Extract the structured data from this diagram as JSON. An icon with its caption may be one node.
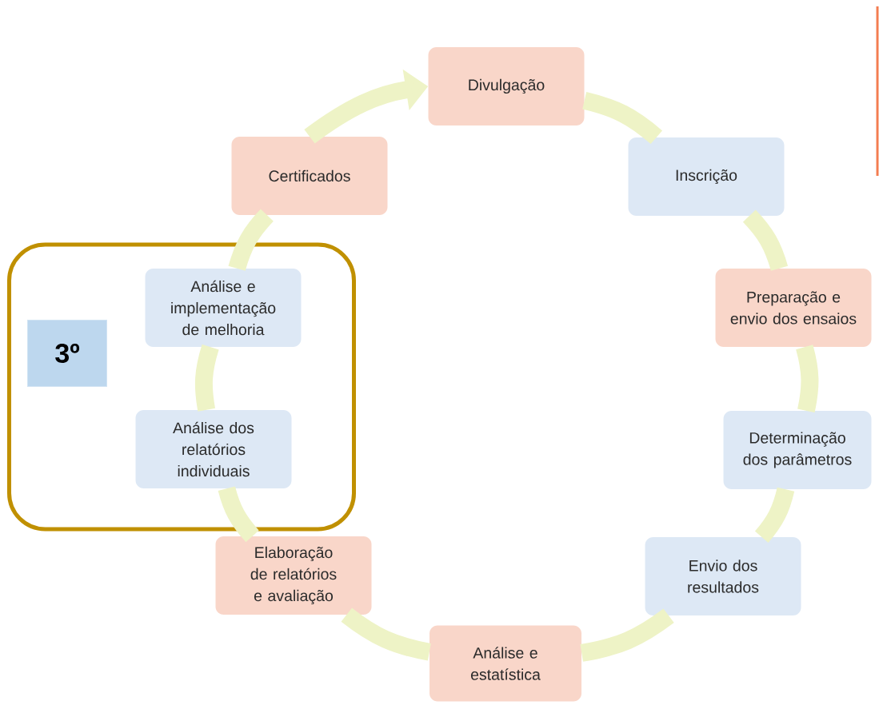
{
  "diagram": {
    "nodes": [
      {
        "text": [
          "Divulgação"
        ]
      },
      {
        "text": [
          "Inscrição"
        ]
      },
      {
        "text": [
          "Preparação e envio dos ensaios"
        ]
      },
      {
        "text": [
          "Determinação dos parâmetros"
        ]
      },
      {
        "text": [
          "Envio dos resultados"
        ]
      },
      {
        "text": [
          "Análise e estatística"
        ]
      },
      {
        "text": [
          "Elaboração de relatórios e avaliação"
        ]
      },
      {
        "text": [],
        "shape": "box"
      },
      {
        "text": [
          "3º"
        ],
        "in": 7
      },
      {
        "text": [
          "Análise dos relatórios individuais"
        ],
        "in": 7
      },
      {
        "text": [
          "Análise e implementação de melhoria"
        ],
        "in": 7
      },
      {
        "text": [
          "Certificados"
        ]
      }
    ],
    "edges": [
      {
        "from": 0,
        "to": 1,
        "arrow": "none"
      },
      {
        "from": 1,
        "to": 2,
        "arrow": "none"
      },
      {
        "from": 2,
        "to": 3,
        "arrow": "none"
      },
      {
        "from": 3,
        "to": 4,
        "arrow": "none"
      },
      {
        "from": 4,
        "to": 5,
        "arrow": "none"
      },
      {
        "from": 5,
        "to": 6,
        "arrow": "none"
      },
      {
        "from": 6,
        "to": 9,
        "arrow": "none"
      },
      {
        "from": 9,
        "to": 10,
        "arrow": "none"
      },
      {
        "from": 10,
        "to": 11,
        "arrow": "none"
      },
      {
        "from": 11,
        "to": 0,
        "arrow": "to"
      }
    ]
  }
}
